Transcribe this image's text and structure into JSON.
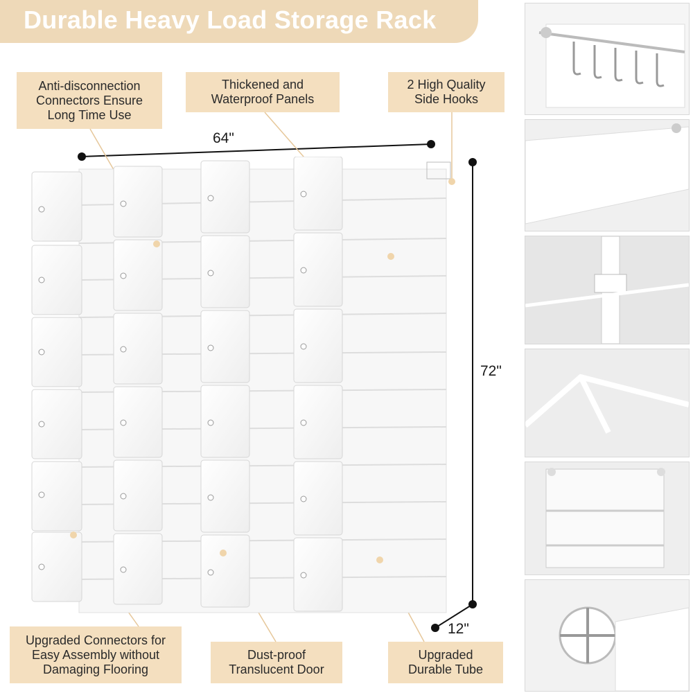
{
  "title": "Durable Heavy Load Storage Rack",
  "callouts": {
    "connectors": "Anti-disconnection\nConnectors Ensure\nLong Time Use",
    "panels": "Thickened and\nWaterproof Panels",
    "hooks": "2 High Quality\nSide Hooks",
    "upgraded_connectors": "Upgraded Connectors for\nEasy Assembly without\nDamaging Flooring",
    "door": "Dust-proof\nTranslucent Door",
    "tube": "Upgraded\nDurable Tube"
  },
  "dimensions": {
    "width": "64\"",
    "height": "72\"",
    "depth": "12\""
  },
  "side_photos": [
    "side-hooks-closeup",
    "thickened-panel-closeup",
    "connector-closeup",
    "tube-joint-closeup",
    "cube-shelves-closeup",
    "corner-connector-closeup"
  ],
  "colors": {
    "accent": "#eed9b8",
    "callout": "#f4dfbf",
    "text": "#2a2a2a"
  }
}
